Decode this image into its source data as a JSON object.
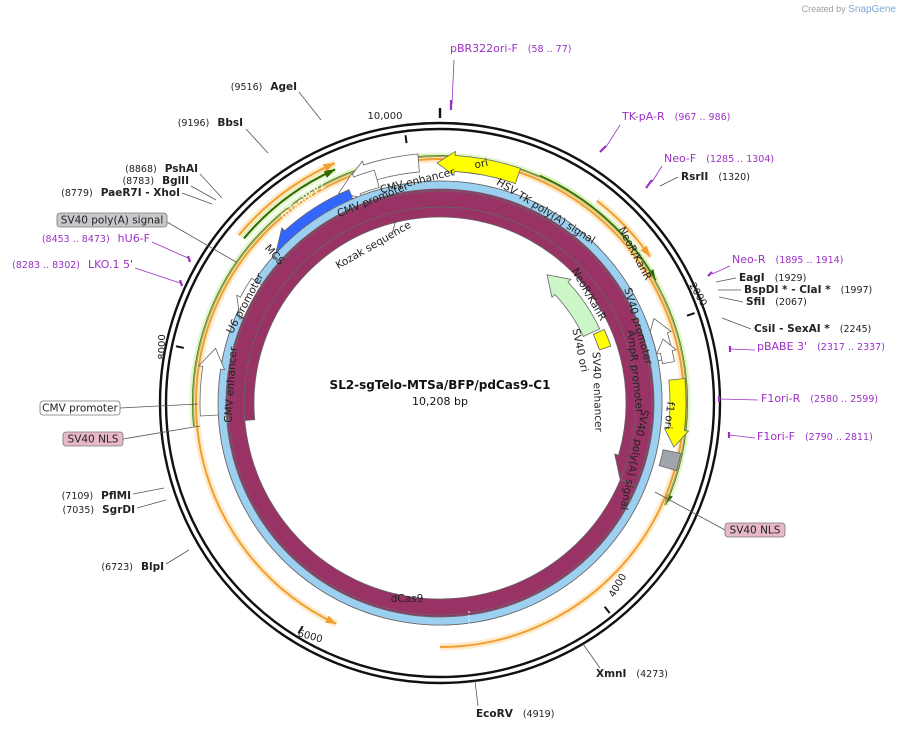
{
  "credit": {
    "created_by": "Created by",
    "brand": "SnapGene"
  },
  "plasmid": {
    "name": "SL2-sgTelo-MTSa/BFP/pdCas9-C1",
    "length_text": "10,208 bp",
    "length": 10208
  },
  "ticks": [
    {
      "bp": 2000,
      "label": "2000"
    },
    {
      "bp": 4000,
      "label": "4000"
    },
    {
      "bp": 6000,
      "label": "6000"
    },
    {
      "bp": 8000,
      "label": "8000"
    },
    {
      "bp": 10000,
      "label": "10,000"
    }
  ],
  "sites_right": [
    {
      "name": "RsrII",
      "pos": "(1320)",
      "bp": 1320
    },
    {
      "name": "EagI",
      "pos": "(1929)",
      "bp": 1929
    },
    {
      "name": "BspDI * - ClaI *",
      "pos": "(1997)",
      "bp": 1997
    },
    {
      "name": "SfiI",
      "pos": "(2067)",
      "bp": 2067
    },
    {
      "name": "CsiI - SexAI *",
      "pos": "(2245)",
      "bp": 2245
    },
    {
      "name": "XmnI",
      "pos": "(4273)",
      "bp": 4273
    },
    {
      "name": "EcoRV",
      "pos": "(4919)",
      "bp": 4919
    }
  ],
  "sites_left": [
    {
      "name": "AgeI",
      "pos": "(9516)",
      "bp": 9516
    },
    {
      "name": "BbsI",
      "pos": "(9196)",
      "bp": 9196
    },
    {
      "name": "PshAI",
      "pos": "(8868)",
      "bp": 8868
    },
    {
      "name": "BglII",
      "pos": "(8783)",
      "bp": 8783
    },
    {
      "name": "PaeR7I - XhoI",
      "pos": "(8779)",
      "bp": 8779
    },
    {
      "name": "PflMI",
      "pos": "(7109)",
      "bp": 7109
    },
    {
      "name": "SgrDI",
      "pos": "(7035)",
      "bp": 7035
    },
    {
      "name": "BlpI",
      "pos": "(6723)",
      "bp": 6723
    }
  ],
  "primers": [
    {
      "name": "pBR322ori-F",
      "pos": "(58 .. 77)",
      "bp": 67
    },
    {
      "name": "TK-pA-R",
      "pos": "(967 .. 986)",
      "bp": 976
    },
    {
      "name": "Neo-F",
      "pos": "(1285 .. 1304)",
      "bp": 1294
    },
    {
      "name": "Neo-R",
      "pos": "(1895 .. 1914)",
      "bp": 1904
    },
    {
      "name": "pBABE 3'",
      "pos": "(2317 .. 2337)",
      "bp": 2327
    },
    {
      "name": "F1ori-R",
      "pos": "(2580 .. 2599)",
      "bp": 2589
    },
    {
      "name": "F1ori-F",
      "pos": "(2790 .. 2811)",
      "bp": 2800
    },
    {
      "name": "hU6-F",
      "pos": "(8453 .. 8473)",
      "bp": 8463
    },
    {
      "name": "LKO.1 5'",
      "pos": "(8283 .. 8302)",
      "bp": 8292
    }
  ],
  "boxed_labels": [
    {
      "name": "SV40 poly(A) signal",
      "color": "#c8c8cc"
    },
    {
      "name": "CMV promoter",
      "color": "#ffffff"
    },
    {
      "name": "SV40 NLS",
      "color": "#e8b8c8"
    },
    {
      "name": "SV40 NLS",
      "color": "#e8b8c8"
    }
  ],
  "feature_labels": [
    "ori",
    "HSV TK poly(A) signal",
    "NeoR/KanR",
    "SV40 promoter",
    "NeoR/KanR",
    "AmpR promoter",
    "SV40 ori",
    "SV40 enhancer",
    "f1 ori",
    "SV40 poly(A) signal",
    "dCas9",
    "CMV enhancer",
    "CMV promoter",
    "Kozak sequence",
    "mTagBFP2",
    "MCS",
    "U6 promoter",
    "CMV enhancer"
  ],
  "colors": {
    "ori": "#ffff00",
    "neo": "#ccf5c8",
    "dcas9": "#993366",
    "bfp": "#3366ff",
    "f1": "#ffff00",
    "grey": "#a0a4ac",
    "primer": "#9b30c4",
    "orange": "#f0a030",
    "green": "#336600"
  }
}
